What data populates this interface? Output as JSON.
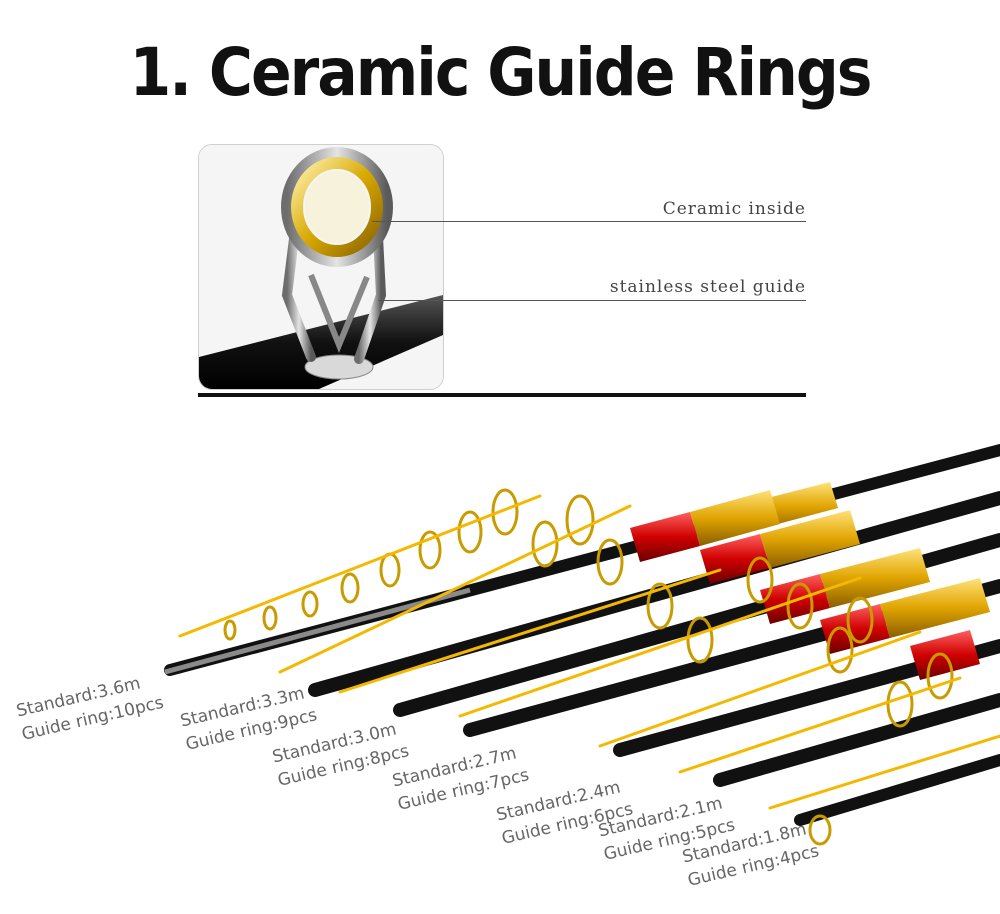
{
  "title": "1. Ceramic Guide Rings",
  "callouts": {
    "ceramic": "Ceramic inside",
    "steel": "stainless steel guide"
  },
  "specs": [
    {
      "standard": "Standard:3.6m",
      "rings": "Guide ring:10pcs"
    },
    {
      "standard": "Standard:3.3m",
      "rings": "Guide ring:9pcs"
    },
    {
      "standard": "Standard:3.0m",
      "rings": "Guide ring:8pcs"
    },
    {
      "standard": "Standard:2.7m",
      "rings": "Guide ring:7pcs"
    },
    {
      "standard": "Standard:2.4m",
      "rings": "Guide ring:6pcs"
    },
    {
      "standard": "Standard:2.1m",
      "rings": "Guide ring:5pcs"
    },
    {
      "standard": "Standard:1.8m",
      "rings": "Guide ring:4pcs"
    }
  ]
}
